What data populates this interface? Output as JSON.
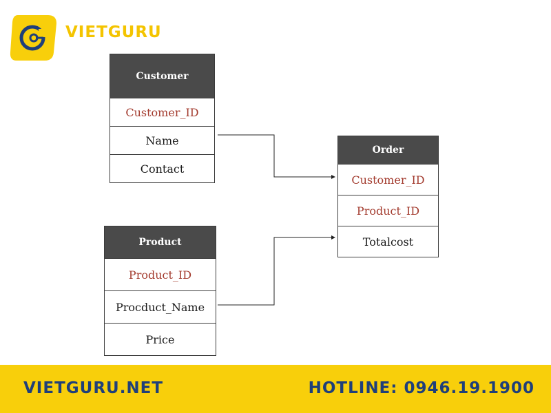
{
  "brand": {
    "name": "VIETGURU"
  },
  "entities": {
    "customer": {
      "title": "Customer",
      "fields": [
        "Customer_ID",
        "Name",
        "Contact"
      ]
    },
    "order": {
      "title": "Order",
      "fields": [
        "Customer_ID",
        "Product_ID",
        "Totalcost"
      ]
    },
    "product": {
      "title": "Product",
      "fields": [
        "Product_ID",
        "Procduct_Name",
        "Price"
      ]
    }
  },
  "footer": {
    "website": "VIETGURU.NET",
    "hotline": "HOTLINE: 0946.19.1900"
  },
  "colors": {
    "brand_yellow": "#f8cf0b",
    "header_gray": "#4a4a4a",
    "key_field_red": "#a33b2e",
    "footer_blue": "#1f3f7a"
  }
}
